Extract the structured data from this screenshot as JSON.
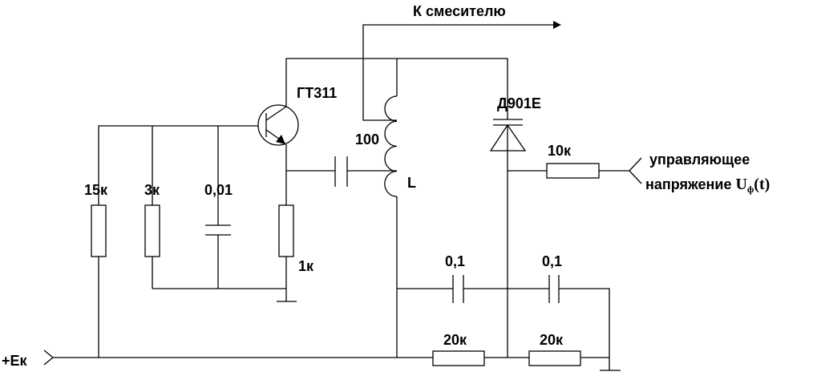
{
  "labels": {
    "mixer_output": "К смесителю",
    "transistor": "ГТ311",
    "diode": "Д901Е",
    "inductor_turns": "100",
    "inductor": "L",
    "r_bias1": "15к",
    "r_bias2": "3к",
    "c_base": "0,01",
    "r_emitter": "1к",
    "r_control": "10к",
    "c_filter1": "0,1",
    "c_filter2": "0,1",
    "r_filter1": "20к",
    "r_filter2": "20к",
    "supply": "+Eк",
    "control_line1": "управляющее",
    "control_line2": "напряжение",
    "control_symbol": "U",
    "control_subscript": "ф",
    "control_arg": "(t)"
  }
}
